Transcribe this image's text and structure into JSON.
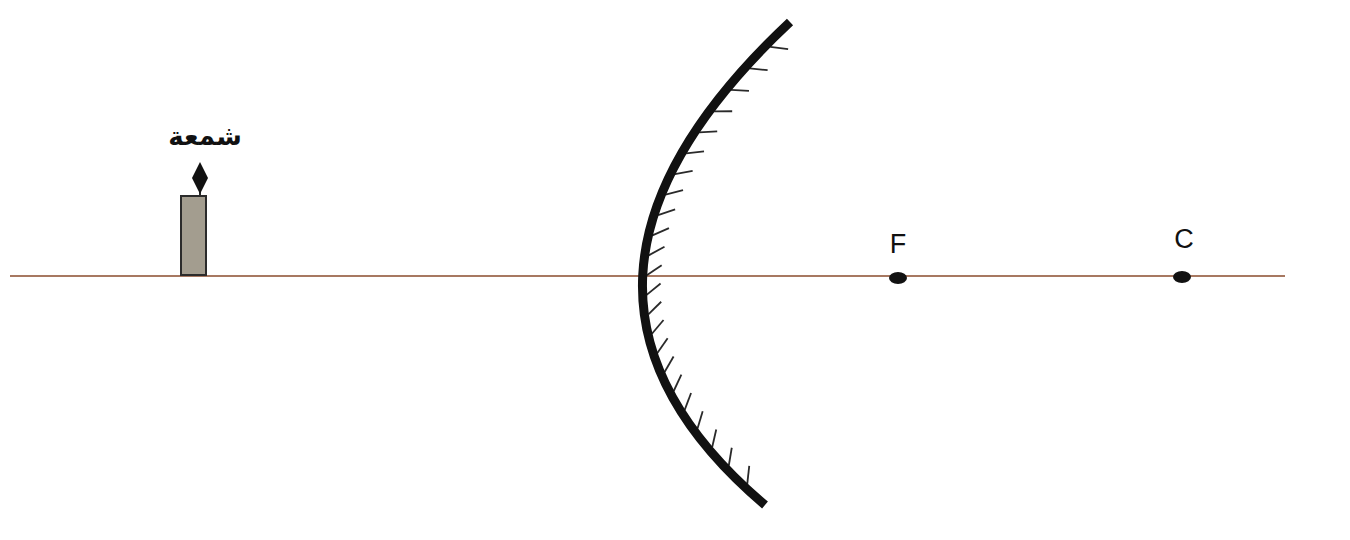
{
  "diagram": {
    "labels": [
      "شمعة",
      "F",
      "C"
    ]
  }
}
